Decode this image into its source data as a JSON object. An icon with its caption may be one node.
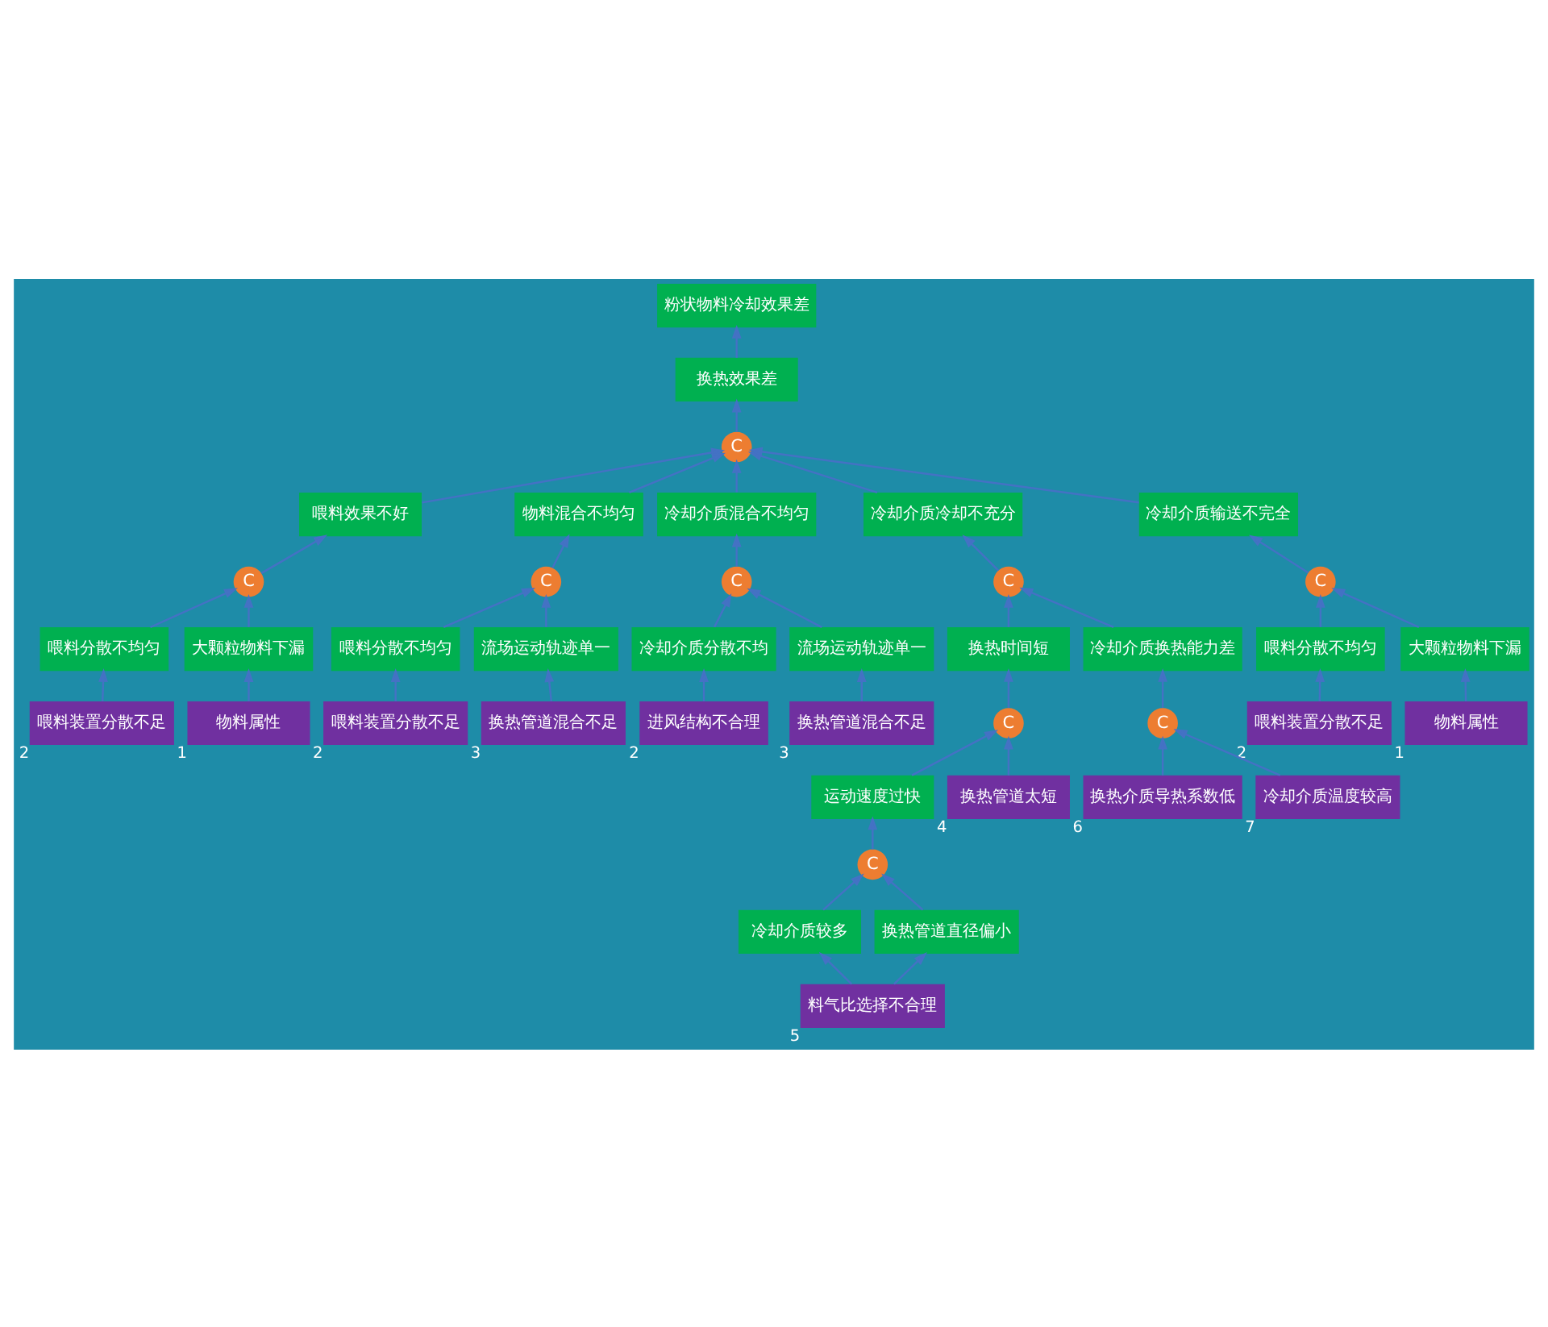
{
  "diagram": {
    "nodes": [
      {
        "text": [
          "粉状物料冷却效果差"
        ]
      },
      {
        "text": [
          "换热效果差"
        ]
      },
      {
        "text": [
          "C"
        ]
      },
      {
        "text": [
          "喂料效果不好"
        ]
      },
      {
        "text": [
          "物料混合不均匀"
        ]
      },
      {
        "text": [
          "冷却介质混合不均匀"
        ]
      },
      {
        "text": [
          "冷却介质冷却不充分"
        ]
      },
      {
        "text": [
          "冷却介质输送不完全"
        ]
      },
      {
        "text": [
          "C"
        ]
      },
      {
        "text": [
          "C"
        ]
      },
      {
        "text": [
          "C"
        ]
      },
      {
        "text": [
          "喂料分散不均匀"
        ]
      },
      {
        "text": [
          "大颗粒物料下漏"
        ]
      },
      {
        "text": [
          "冷却介质分散不均"
        ]
      },
      {
        "text": [
          "流场运动轨迹单一"
        ]
      },
      {
        "text": [
          "喂料分散不均匀"
        ]
      },
      {
        "text": [
          "大颗粒物料下漏"
        ]
      },
      {
        "text": [
          "喂料装置分散不足"
        ],
        "beside": [
          "2"
        ]
      },
      {
        "text": [
          "物料属性"
        ],
        "beside": [
          "1"
        ]
      },
      {
        "text": [
          "进风结构不合理"
        ],
        "beside": [
          "2"
        ]
      },
      {
        "text": [
          "换热管道混合不足"
        ],
        "beside": [
          "3"
        ]
      },
      {
        "text": [
          "喂料装置分散不足"
        ],
        "beside": [
          "2"
        ]
      },
      {
        "text": [
          "物料属性"
        ],
        "beside": [
          "1"
        ]
      },
      {
        "text": [
          "C"
        ]
      },
      {
        "text": [
          "C"
        ]
      },
      {
        "text": [
          "喂料分散不均匀"
        ]
      },
      {
        "text": [
          "流场运动轨迹单一"
        ]
      },
      {
        "text": [
          "换热时间短"
        ]
      },
      {
        "text": [
          "冷却介质换热能力差"
        ]
      },
      {
        "text": [
          "喂料装置分散不足"
        ],
        "beside": [
          "2"
        ]
      },
      {
        "text": [
          "换热管道混合不足"
        ],
        "beside": [
          "3"
        ]
      },
      {
        "text": [
          "C"
        ]
      },
      {
        "text": [
          "运动速度过快"
        ]
      },
      {
        "text": [
          "换热管道太短"
        ],
        "beside": [
          "4"
        ]
      },
      {
        "text": [
          "C"
        ]
      },
      {
        "text": [
          "冷却介质较多"
        ]
      },
      {
        "text": [
          "换热管道直径偏小"
        ]
      },
      {
        "text": [
          "C"
        ]
      },
      {
        "text": [
          "料气比选择不合理"
        ],
        "beside": [
          "5"
        ]
      },
      {
        "text": [
          "换热介质导热系数低"
        ],
        "beside": [
          "6"
        ]
      },
      {
        "text": [
          "冷却介质温度较高"
        ],
        "beside": [
          "7"
        ]
      }
    ],
    "edges": [
      {
        "from": 1,
        "to": 0,
        "arrow": "to"
      },
      {
        "from": 2,
        "to": 1,
        "arrow": "to"
      },
      {
        "from": 3,
        "to": 2,
        "arrow": "to"
      },
      {
        "from": 4,
        "to": 2,
        "arrow": "to"
      },
      {
        "from": 5,
        "to": 2,
        "arrow": "to"
      },
      {
        "from": 6,
        "to": 2,
        "arrow": "to"
      },
      {
        "from": 7,
        "to": 2,
        "arrow": "to"
      },
      {
        "from": 8,
        "to": 3,
        "arrow": "to"
      },
      {
        "from": 11,
        "to": 8,
        "arrow": "to"
      },
      {
        "from": 12,
        "to": 8,
        "arrow": "to"
      },
      {
        "from": 17,
        "to": 11,
        "arrow": "to"
      },
      {
        "from": 18,
        "to": 12,
        "arrow": "to"
      },
      {
        "from": 23,
        "to": 4,
        "arrow": "to"
      },
      {
        "from": 25,
        "to": 23,
        "arrow": "to"
      },
      {
        "from": 26,
        "to": 23,
        "arrow": "to"
      },
      {
        "from": 29,
        "to": 25,
        "arrow": "to"
      },
      {
        "from": 30,
        "to": 26,
        "arrow": "to"
      },
      {
        "from": 9,
        "to": 5,
        "arrow": "to"
      },
      {
        "from": 13,
        "to": 9,
        "arrow": "to"
      },
      {
        "from": 14,
        "to": 9,
        "arrow": "to"
      },
      {
        "from": 19,
        "to": 13,
        "arrow": "to"
      },
      {
        "from": 20,
        "to": 14,
        "arrow": "to"
      },
      {
        "from": 24,
        "to": 6,
        "arrow": "to"
      },
      {
        "from": 27,
        "to": 24,
        "arrow": "to"
      },
      {
        "from": 28,
        "to": 24,
        "arrow": "to"
      },
      {
        "from": 31,
        "to": 27,
        "arrow": "to"
      },
      {
        "from": 32,
        "to": 31,
        "arrow": "to"
      },
      {
        "from": 33,
        "to": 31,
        "arrow": "to"
      },
      {
        "from": 34,
        "to": 32,
        "arrow": "to"
      },
      {
        "from": 35,
        "to": 34,
        "arrow": "to"
      },
      {
        "from": 36,
        "to": 34,
        "arrow": "to"
      },
      {
        "from": 38,
        "to": 35,
        "arrow": "to"
      },
      {
        "from": 38,
        "to": 36,
        "arrow": "to"
      },
      {
        "from": 37,
        "to": 28,
        "arrow": "to"
      },
      {
        "from": 39,
        "to": 37,
        "arrow": "to"
      },
      {
        "from": 40,
        "to": 37,
        "arrow": "to"
      },
      {
        "from": 10,
        "to": 7,
        "arrow": "to"
      },
      {
        "from": 15,
        "to": 10,
        "arrow": "to"
      },
      {
        "from": 16,
        "to": 10,
        "arrow": "to"
      },
      {
        "from": 21,
        "to": 15,
        "arrow": "to"
      },
      {
        "from": 22,
        "to": 16,
        "arrow": "to"
      }
    ]
  }
}
